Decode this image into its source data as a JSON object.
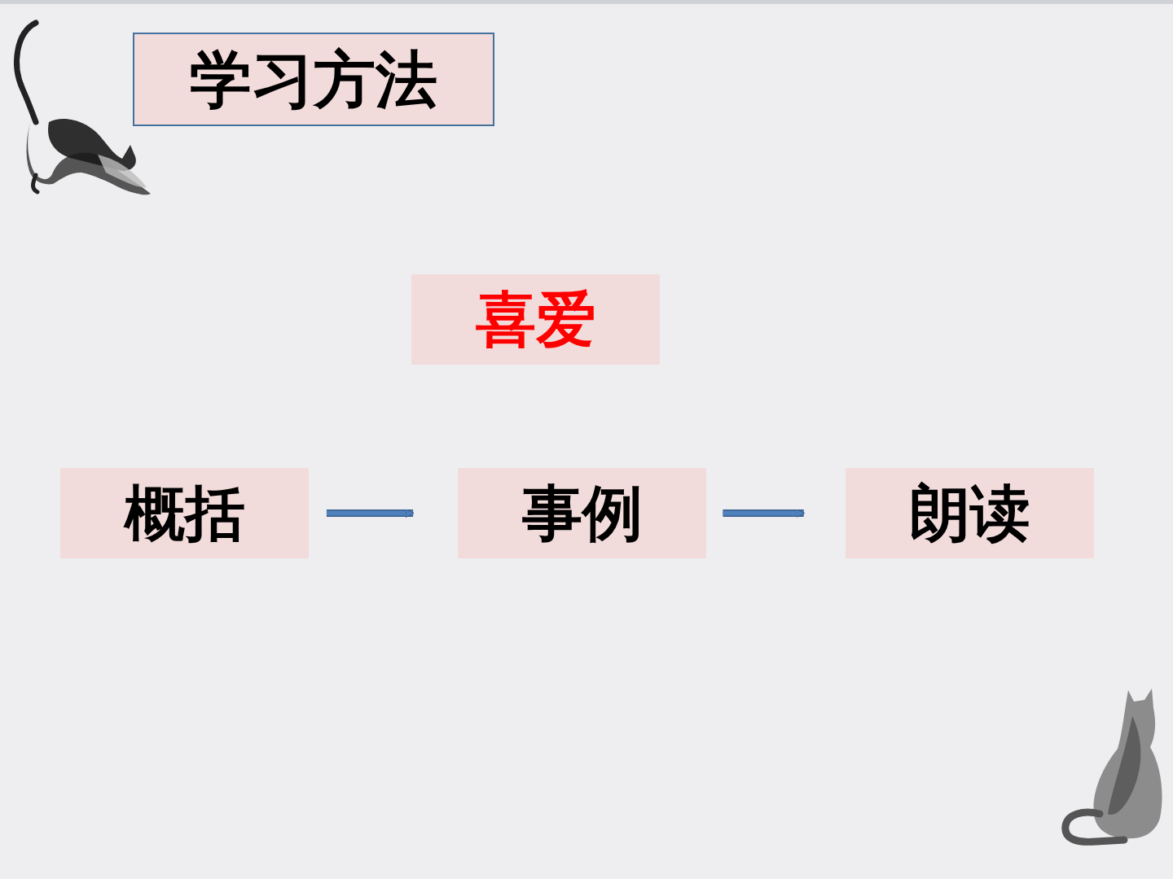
{
  "diagram": {
    "title": "学习方法",
    "nodes": [
      {
        "text": [
          "喜爱"
        ]
      },
      {
        "text": [
          "概括"
        ]
      },
      {
        "text": [
          "事例"
        ]
      },
      {
        "text": [
          "朗读"
        ]
      }
    ],
    "edges": [
      {
        "from": 1,
        "to": 2,
        "arrow": "to"
      },
      {
        "from": 2,
        "to": 3,
        "arrow": "to"
      }
    ]
  }
}
